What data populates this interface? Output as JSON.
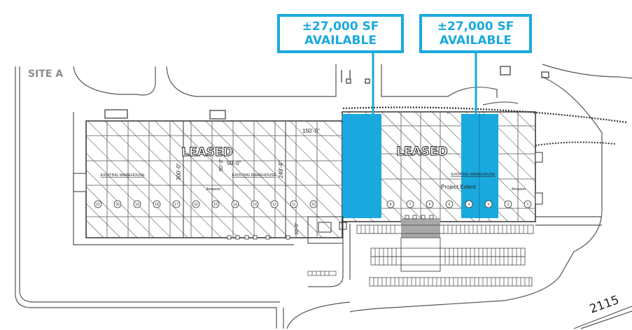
{
  "site_label": "SITE A",
  "callouts": [
    {
      "line1": "±27,000 SF",
      "line2": "AVAILABLE"
    },
    {
      "line1": "±27,000 SF",
      "line2": "AVAILABLE"
    }
  ],
  "leased_label": "LEASED",
  "warehouse_label": "EXISTING WAREHOUSE",
  "tenant_label": "Amazon",
  "project_extent_label": "Project Extent",
  "dimensions": {
    "d150": "150'-0\"",
    "d50a": "50'-0\"",
    "d50b": "50'-3\"",
    "d300": "300'-0\"",
    "d249": "249'-4\"",
    "d32": "32'-0\""
  },
  "road_number": "2115",
  "bay_left": [
    "21",
    "20",
    "19",
    "18",
    "17",
    "16",
    "15",
    "14",
    "13",
    "12",
    "11",
    "10"
  ],
  "bay_right": [
    "8",
    "7",
    "6",
    "5",
    "4",
    "3",
    "2",
    "1"
  ],
  "colors": {
    "accent": "#1aa9de",
    "line": "#333333",
    "gray": "#a8a8a8"
  }
}
